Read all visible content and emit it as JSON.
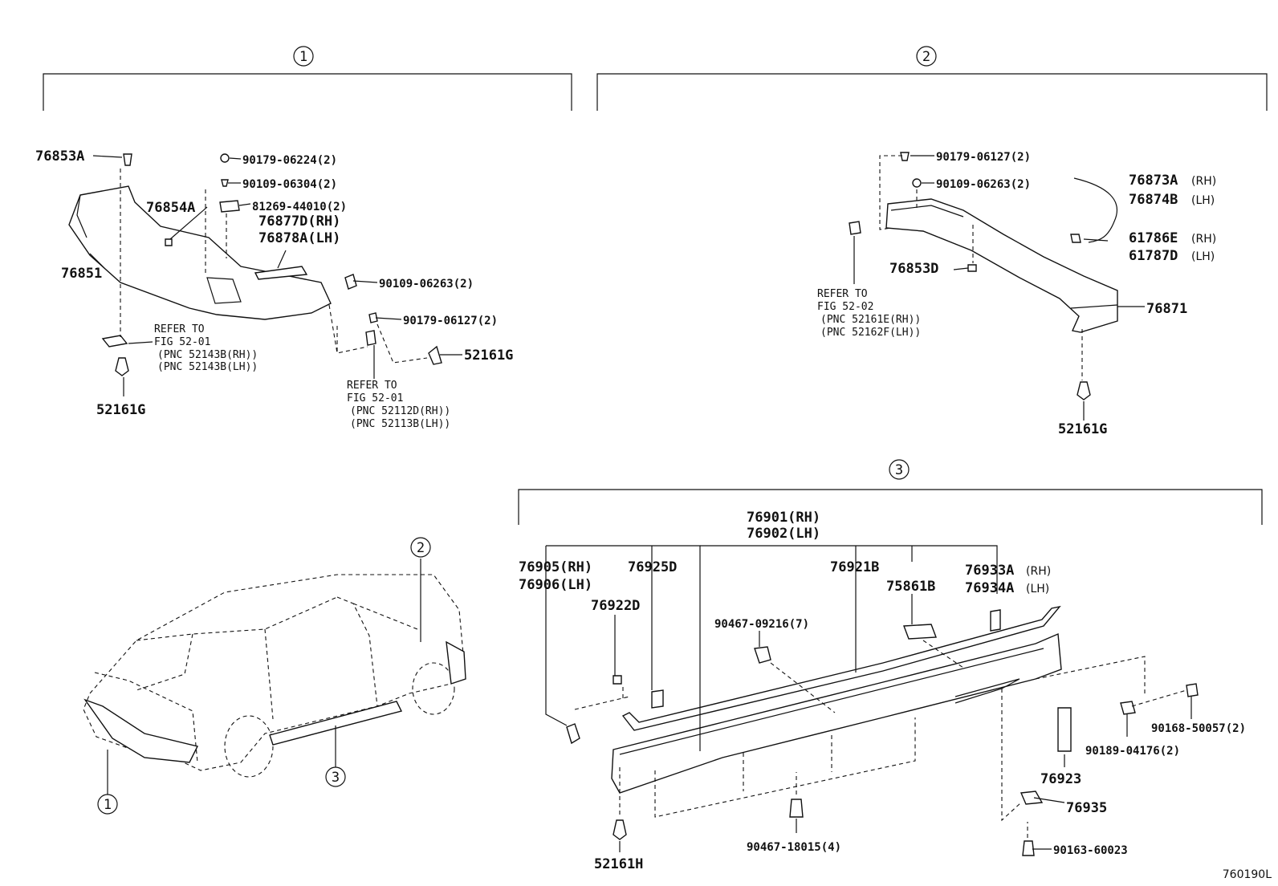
{
  "callouts": {
    "one": "1",
    "two": "2",
    "three": "3"
  },
  "section1": {
    "p76853A": "76853A",
    "p90179_06224": "90179-06224(2)",
    "p90109_06304": "90109-06304(2)",
    "p81269_44010": "81269-44010(2)",
    "p76854A": "76854A",
    "p76877D": "76877D(RH)",
    "p76878A": "76878A(LH)",
    "p76851": "76851",
    "p90109_06263": "90109-06263(2)",
    "p90179_06127": "90179-06127(2)",
    "p52161G_right": "52161G",
    "p52161G_left": "52161G",
    "ref1": {
      "l1": "REFER TO",
      "l2": "FIG 52-01",
      "l3": "(PNC 52143B(RH))",
      "l4": "(PNC 52143B(LH))"
    },
    "ref2": {
      "l1": "REFER TO",
      "l2": "FIG 52-01",
      "l3": "(PNC 52112D(RH))",
      "l4": "(PNC 52113B(LH))"
    }
  },
  "section2": {
    "p90179_06127": "90179-06127(2)",
    "p90109_06263": "90109-06263(2)",
    "p76873A": "76873A",
    "p76873A_side": "(RH)",
    "p76874B": "76874B",
    "p76874B_side": "(LH)",
    "p61786E": "61786E",
    "p61786E_side": "(RH)",
    "p61787D": "61787D",
    "p61787D_side": "(LH)",
    "p76853D": "76853D",
    "p76871": "76871",
    "p52161G": "52161G",
    "ref": {
      "l1": "REFER TO",
      "l2": "FIG 52-02",
      "l3": "(PNC 52161E(RH))",
      "l4": "(PNC 52162F(LH))"
    }
  },
  "section3": {
    "p76901": "76901(RH)",
    "p76902": "76902(LH)",
    "p76905": "76905(RH)",
    "p76906": "76906(LH)",
    "p76925D": "76925D",
    "p76922D": "76922D",
    "p76921B": "76921B",
    "p75861B": "75861B",
    "p76933A": "76933A",
    "p76933A_side": "(RH)",
    "p76934A": "76934A",
    "p76934A_side": "(LH)",
    "p90467_09216": "90467-09216(7)",
    "p90168_50057": "90168-50057(2)",
    "p90189_04176": "90189-04176(2)",
    "p76923": "76923",
    "p76935": "76935",
    "p52161H": "52161H",
    "p90467_18015": "90467-18015(4)",
    "p90163_60023": "90163-60023"
  },
  "figure_code": "760190L"
}
